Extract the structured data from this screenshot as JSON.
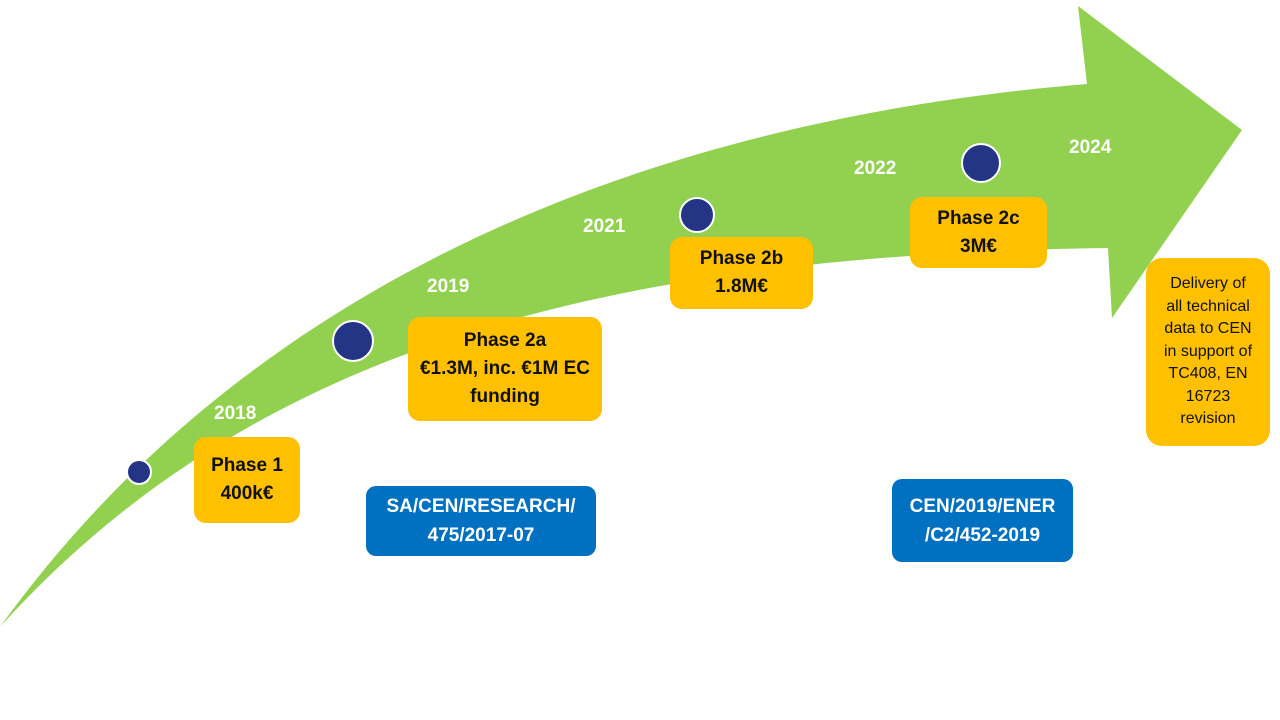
{
  "colors": {
    "arrow": "#92d050",
    "dot": "#253585",
    "phase_box": "#ffc000",
    "reference_box": "#0070c0",
    "year_text": "#ffffff"
  },
  "years": {
    "y2018": "2018",
    "y2019": "2019",
    "y2021": "2021",
    "y2022": "2022",
    "y2024": "2024"
  },
  "phases": {
    "phase1": {
      "line1": "Phase 1",
      "line2": "400k€"
    },
    "phase2a": {
      "line1": "Phase 2a",
      "line2": "€1.3M, inc. €1M EC",
      "line3": "funding"
    },
    "phase2b": {
      "line1": "Phase 2b",
      "line2": "1.8M€"
    },
    "phase2c": {
      "line1": "Phase 2c",
      "line2": "3M€"
    }
  },
  "references": {
    "ref1": {
      "line1": "SA/CEN/RESEARCH/",
      "line2": "475/2017-07"
    },
    "ref2": {
      "line1": "CEN/2019/ENER",
      "line2": "/C2/452-2019"
    }
  },
  "delivery": {
    "lines": [
      "Delivery of",
      "all technical",
      "data to CEN",
      "in support of",
      "TC408, EN",
      "16723",
      "revision"
    ]
  }
}
